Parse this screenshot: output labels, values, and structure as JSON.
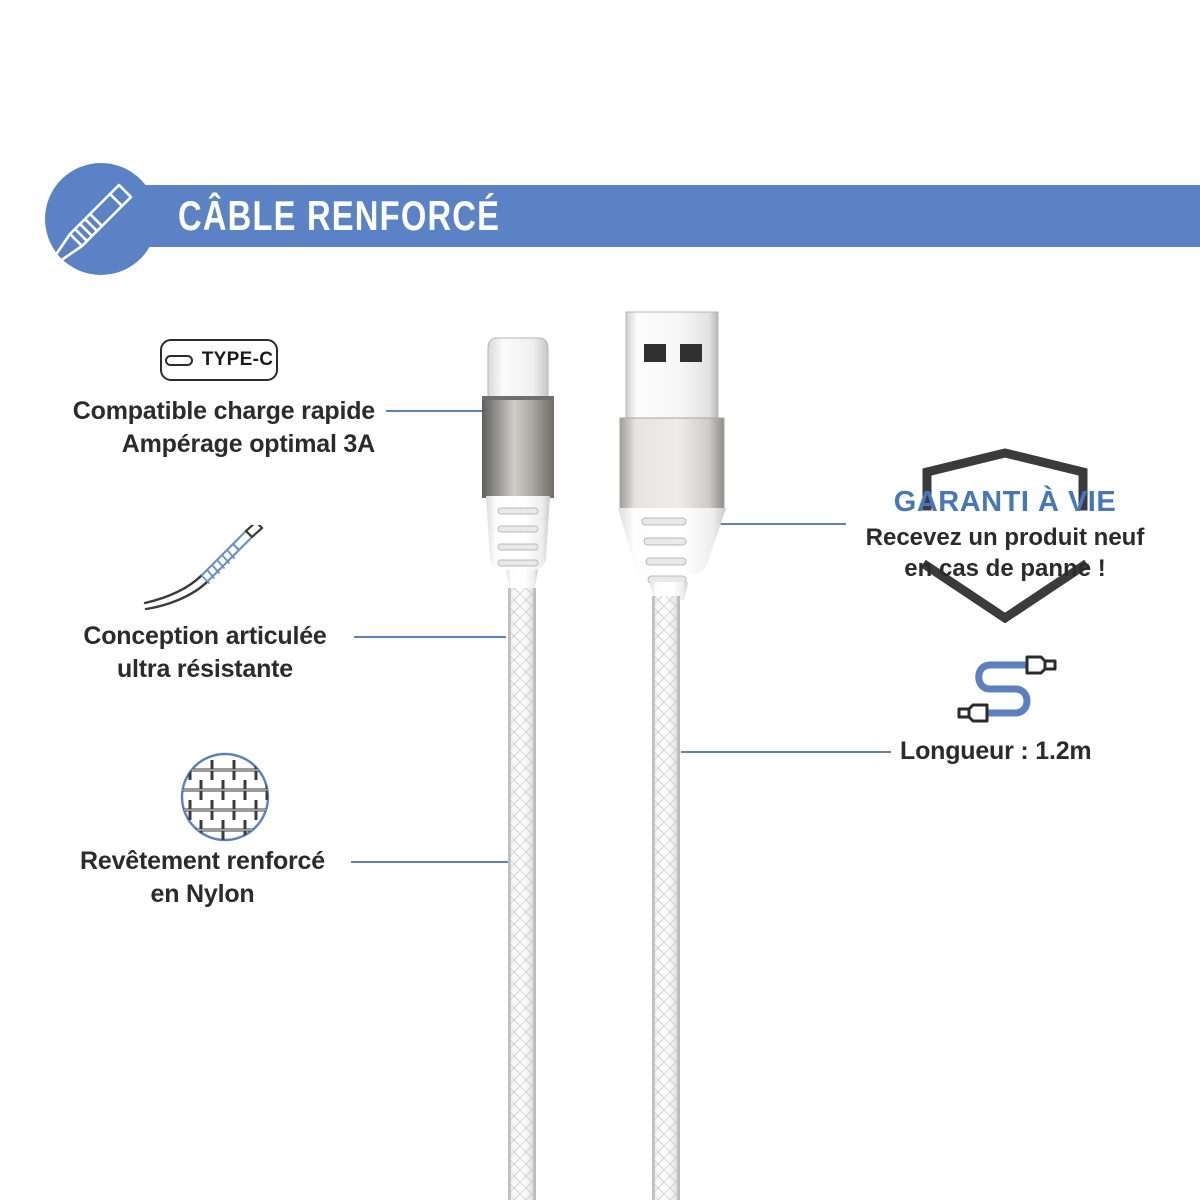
{
  "header": {
    "title": "CÂBLE RENFORCÉ",
    "icon": "cable-connector-icon",
    "bar_color": "#5b82c4",
    "title_color": "#ffffff"
  },
  "colors": {
    "accent_blue": "#5b82c4",
    "leader_blue": "#5b7fc0",
    "text_dark": "#2b2b2b",
    "heading_blue": "#4876bd",
    "background": "#ffffff"
  },
  "badge": {
    "label": "TYPE-C",
    "icon": "usb-c-port-icon"
  },
  "features": [
    {
      "id": "fast-charge",
      "line1": "Compatible charge rapide",
      "line2": "Ampérage optimal 3A",
      "icon": null
    },
    {
      "id": "articulated-design",
      "line1": "Conception articulée",
      "line2": "ultra résistante",
      "icon": "bent-cable-icon"
    },
    {
      "id": "nylon-coating",
      "line1": "Revêtement renforcé",
      "line2": "en Nylon",
      "icon": "nylon-mesh-icon"
    }
  ],
  "guarantee": {
    "title": "GARANTI À VIE",
    "line1": "Recevez un produit neuf",
    "line2": "en cas de panne !",
    "icon": "shield-icon"
  },
  "length": {
    "label": "Longueur : 1.2m",
    "icon": "cable-length-icon"
  },
  "product": {
    "connector_left": "usb-c-connector",
    "connector_right": "usb-a-connector",
    "cable_texture": "braided-nylon"
  }
}
